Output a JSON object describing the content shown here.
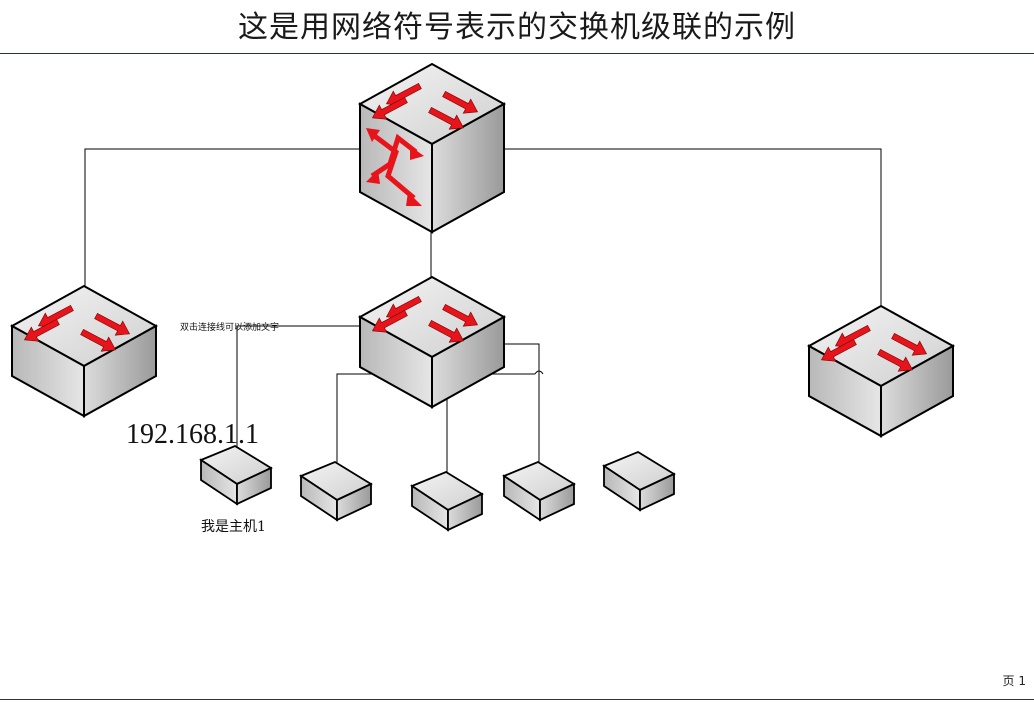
{
  "title": "这是用网络符号表示的交换机级联的示例",
  "connector_label": "双击连接线可以添加文字",
  "ip_label": "192.168.1.1",
  "host_label": "我是主机1",
  "page_label": "页 1",
  "colors": {
    "title_rule": "#1f2a8c",
    "arrow": "#e8141b",
    "device_face": "#d9d9d9",
    "line": "#000000"
  },
  "devices": [
    {
      "id": "core-switch",
      "type": "multilayer-switch"
    },
    {
      "id": "switch-left",
      "type": "switch"
    },
    {
      "id": "switch-center",
      "type": "switch"
    },
    {
      "id": "switch-right",
      "type": "switch"
    },
    {
      "id": "host-1",
      "type": "host"
    },
    {
      "id": "host-2",
      "type": "host"
    },
    {
      "id": "host-3",
      "type": "host"
    },
    {
      "id": "host-4",
      "type": "host"
    },
    {
      "id": "host-5",
      "type": "host"
    }
  ]
}
